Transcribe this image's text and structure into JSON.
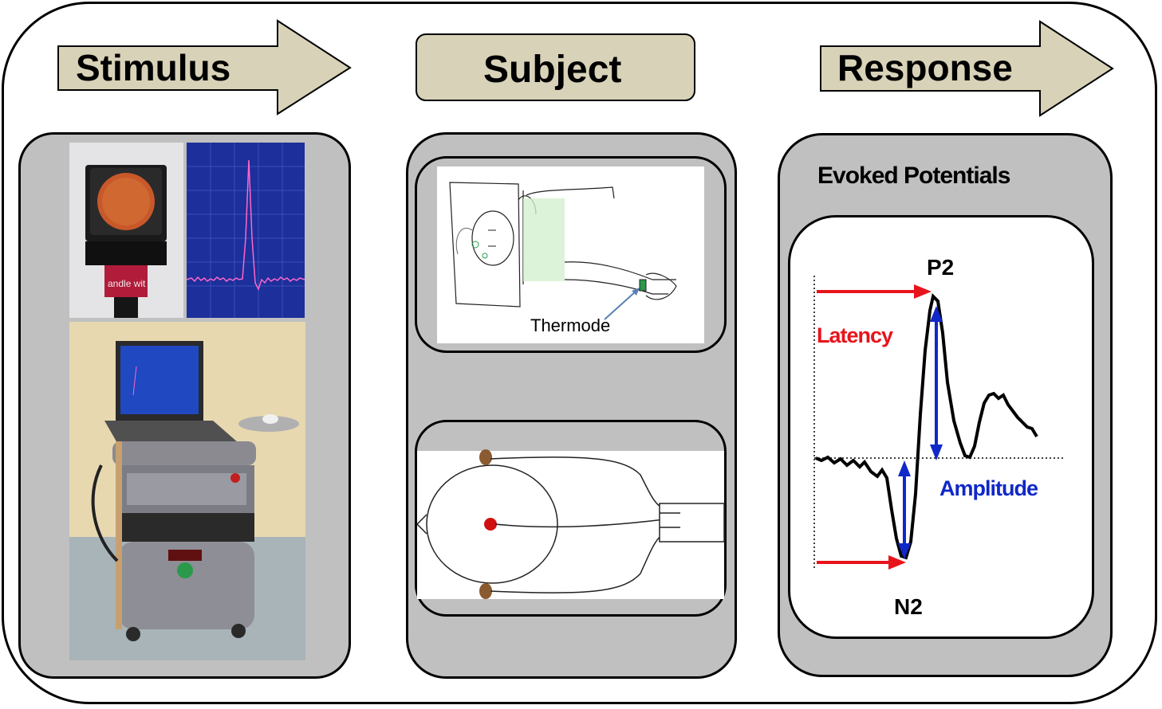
{
  "headers": {
    "stimulus": "Stimulus",
    "subject": "Subject",
    "response": "Response"
  },
  "subject_panel": {
    "thermode_label": "Thermode"
  },
  "response_panel": {
    "title": "Evoked Potentials",
    "peak_p2": "P2",
    "peak_n2": "N2",
    "latency_label": "Latency",
    "amplitude_label": "Amplitude"
  },
  "colors": {
    "arrow_fill": "#d8d2b8",
    "panel_gray": "#c0c0c0",
    "latency_red": "#e8141b",
    "amplitude_blue": "#1028c8",
    "scope_background": "#1c2f9a",
    "scope_trace": "#ff66cc"
  },
  "icons": {
    "thermode_device": "laser-stimulator-photo-icon",
    "oscilloscope": "oscilloscope-trace-icon",
    "workstation": "laptop-cart-photo-icon",
    "subject_lying": "person-lying-sketch-icon",
    "head_electrodes": "head-electrode-diagram-icon"
  }
}
